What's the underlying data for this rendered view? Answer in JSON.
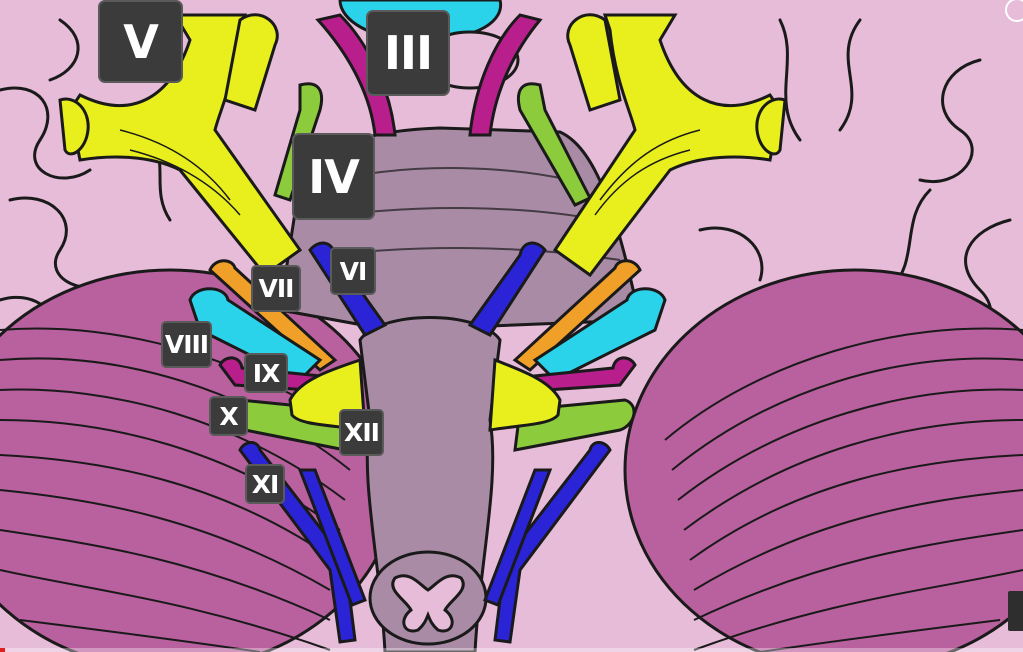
{
  "labels": {
    "v": "V",
    "iii": "III",
    "iv": "IV",
    "vi": "VI",
    "vii": "VII",
    "viii": "VIII",
    "ix": "IX",
    "x": "X",
    "xii": "XII",
    "xi": "XI"
  },
  "colors": {
    "background": "#e6bcd9",
    "cerebellum": "#b9609f",
    "brainstem": "#a98ba6",
    "trigeminal": "#e8ef1c",
    "oculomotor": "#b81f8c",
    "trochlear": "#8ccb3b",
    "abducens": "#2a24d6",
    "facial": "#f0a028",
    "vestibulocochlear": "#2ad2ea",
    "glossopharyngeal": "#b81f8c",
    "vagus": "#8ccb3b",
    "accessory": "#2a24d6",
    "hypoglossal": "#e8ef1c",
    "optic_chiasm": "#2ad2ea",
    "label_box": "#3b3b3b"
  },
  "video": {
    "progress": 0.005
  }
}
